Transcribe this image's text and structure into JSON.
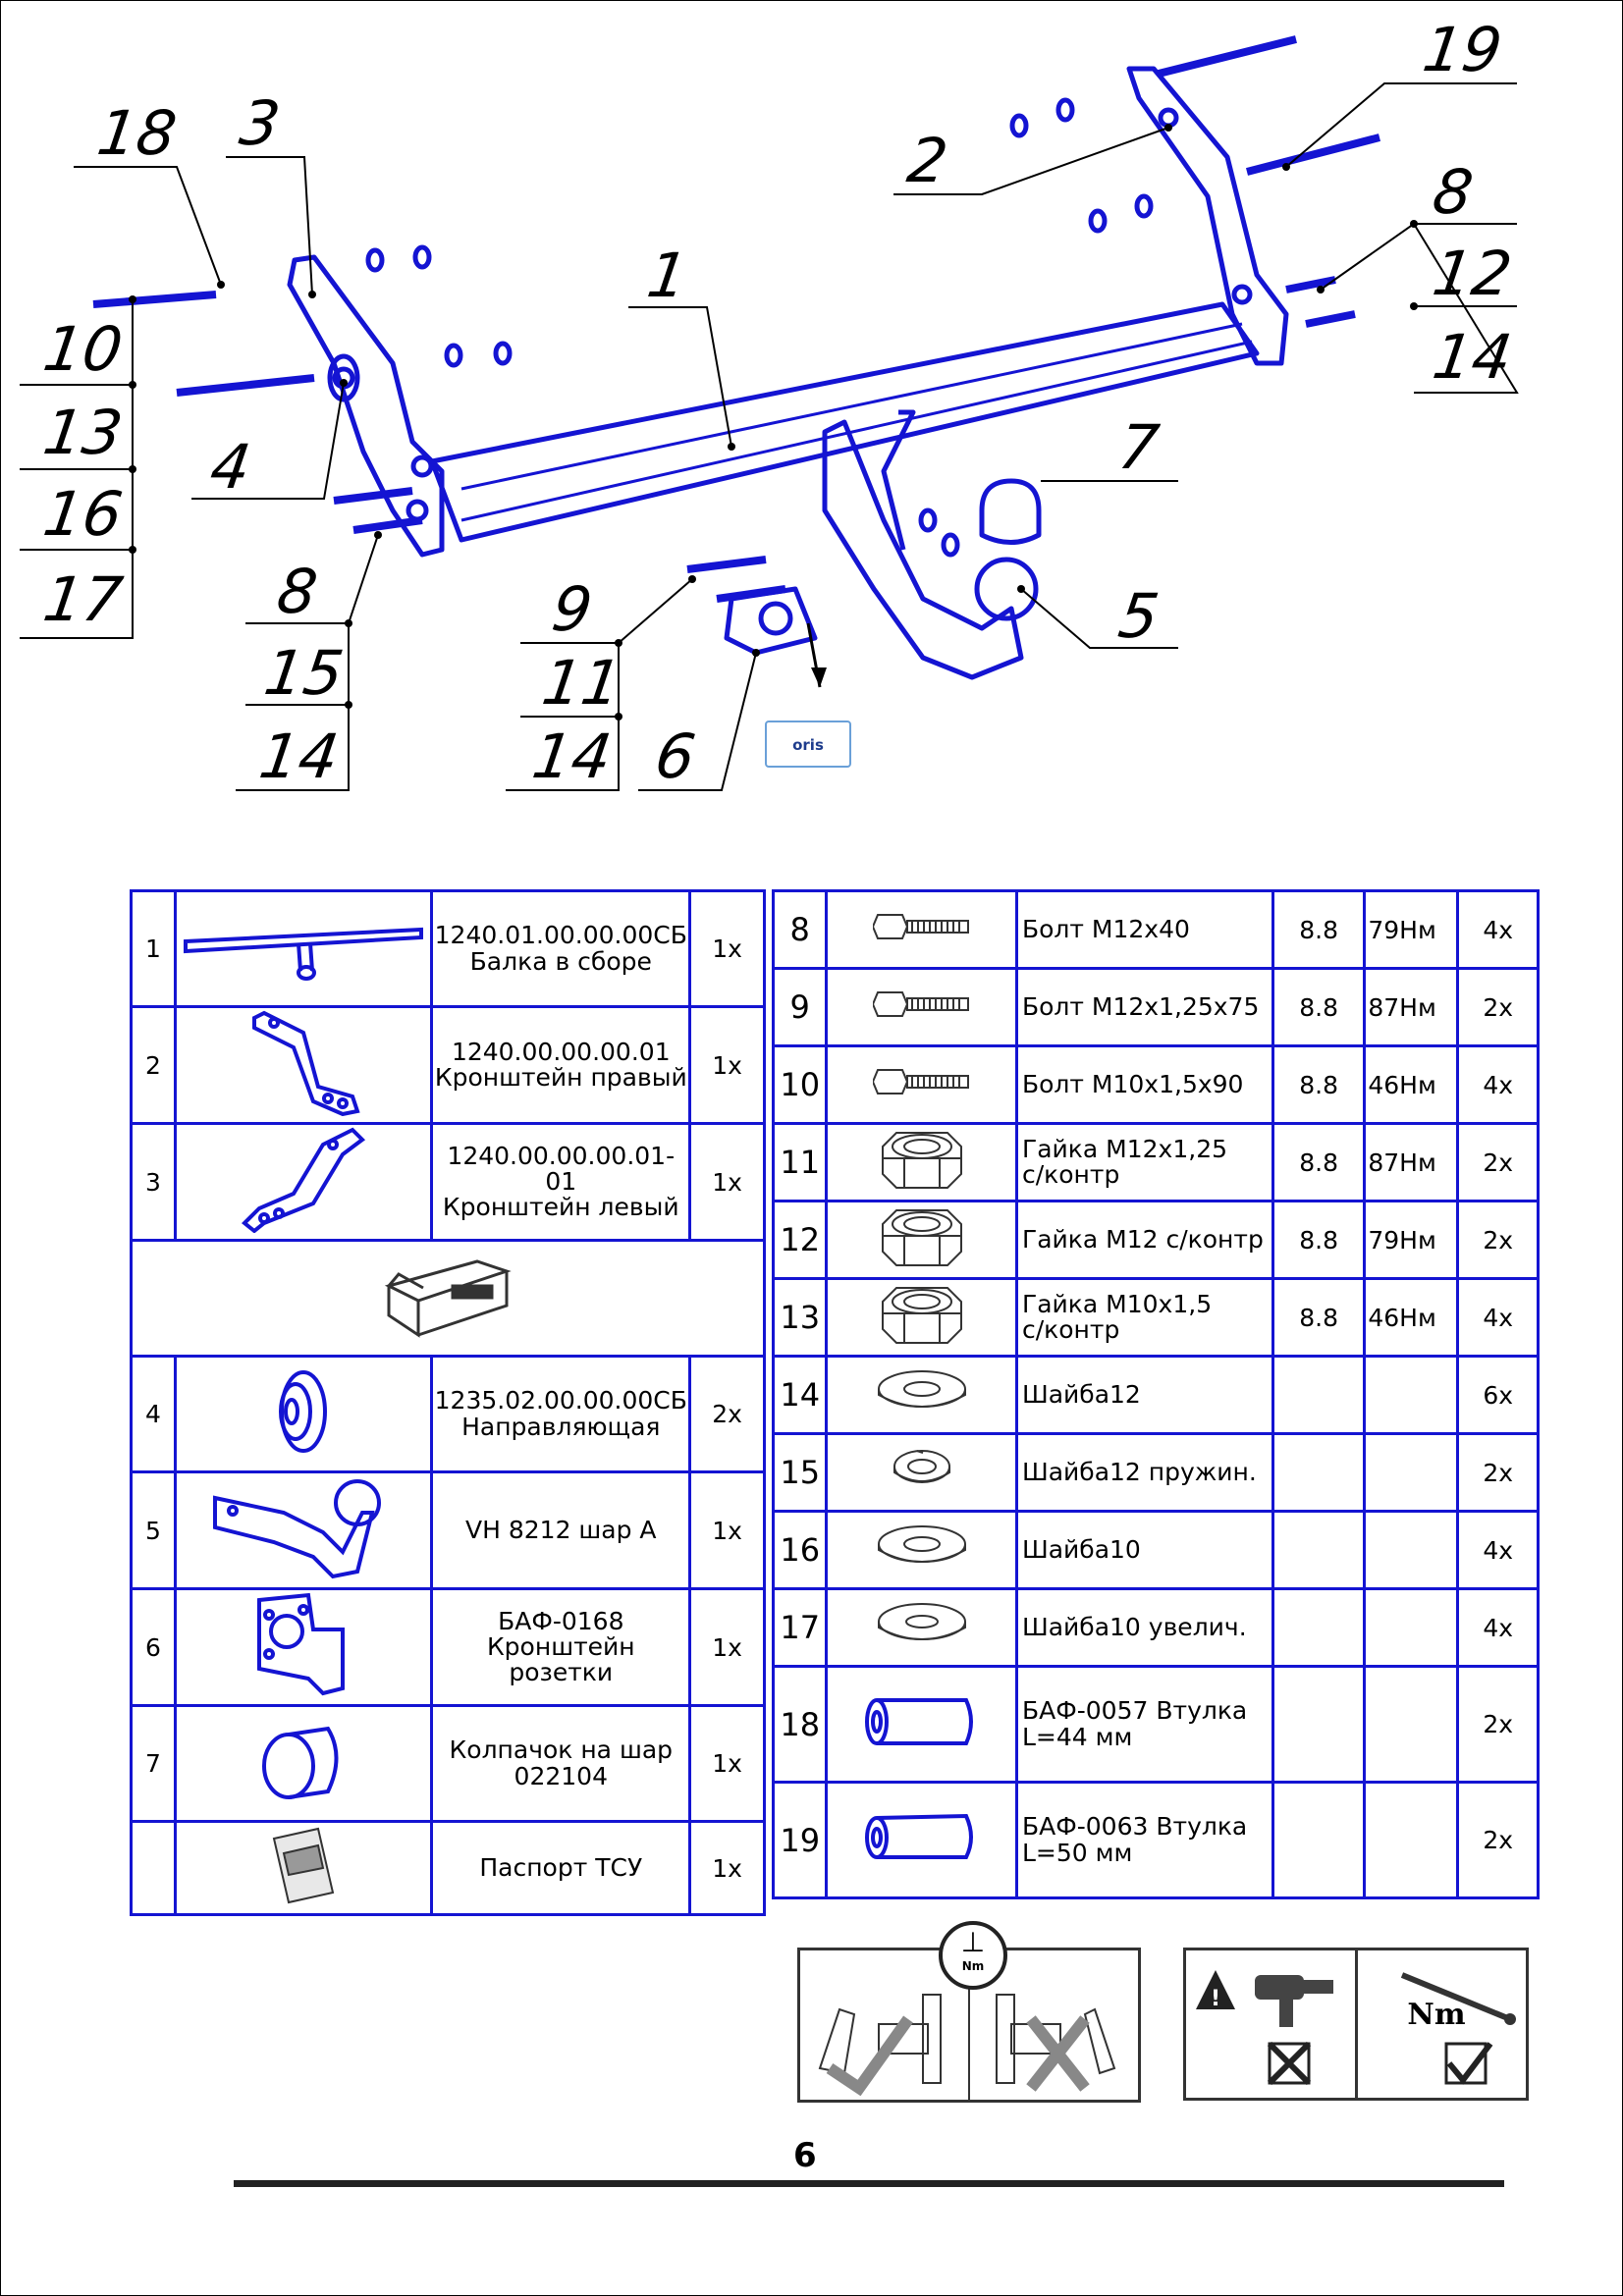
{
  "diagram": {
    "callouts": [
      {
        "id": "c18",
        "label": "18"
      },
      {
        "id": "c3",
        "label": "3"
      },
      {
        "id": "c10",
        "label": "10"
      },
      {
        "id": "c13",
        "label": "13"
      },
      {
        "id": "c16",
        "label": "16"
      },
      {
        "id": "c17",
        "label": "17"
      },
      {
        "id": "c4",
        "label": "4"
      },
      {
        "id": "c1",
        "label": "1"
      },
      {
        "id": "c2",
        "label": "2"
      },
      {
        "id": "c19",
        "label": "19"
      },
      {
        "id": "c8a",
        "label": "8"
      },
      {
        "id": "c12",
        "label": "12"
      },
      {
        "id": "c14a",
        "label": "14"
      },
      {
        "id": "c7",
        "label": "7"
      },
      {
        "id": "c5",
        "label": "5"
      },
      {
        "id": "c8b",
        "label": "8"
      },
      {
        "id": "c15",
        "label": "15"
      },
      {
        "id": "c14b",
        "label": "14"
      },
      {
        "id": "c9",
        "label": "9"
      },
      {
        "id": "c11",
        "label": "11"
      },
      {
        "id": "c14c",
        "label": "14"
      },
      {
        "id": "c6",
        "label": "6"
      }
    ],
    "logo_text": "oris"
  },
  "parts_table": {
    "rows": [
      {
        "idx": "1",
        "name": "1240.01.00.00.00СБ",
        "name2": "Балка в сборе",
        "qty": "1х"
      },
      {
        "idx": "2",
        "name": "1240.00.00.00.01",
        "name2": "Кронштейн правый",
        "qty": "1х"
      },
      {
        "idx": "3",
        "name": "1240.00.00.00.01-01",
        "name2": "Кронштейн левый",
        "qty": "1х"
      },
      {
        "idx": "",
        "name": "",
        "name2": "",
        "qty": ""
      },
      {
        "idx": "4",
        "name": "1235.02.00.00.00СБ",
        "name2": "Направляющая",
        "qty": "2х"
      },
      {
        "idx": "5",
        "name": "VH 8212 шар А",
        "name2": "",
        "qty": "1х"
      },
      {
        "idx": "6",
        "name": "БАФ-0168",
        "name2": "Кронштейн розетки",
        "qty": "1х"
      },
      {
        "idx": "7",
        "name": "Колпачок на шар",
        "name2": "022104",
        "qty": "1х"
      },
      {
        "idx": "",
        "name": "Паспорт ТСУ",
        "name2": "",
        "qty": "1х"
      }
    ]
  },
  "hardware_table": {
    "rows": [
      {
        "idx": "8",
        "name": "Болт М12х40",
        "cls": "8.8",
        "torque": "79Нм",
        "qty": "4х"
      },
      {
        "idx": "9",
        "name": "Болт М12х1,25х75",
        "cls": "8.8",
        "torque": "87Нм",
        "qty": "2х"
      },
      {
        "idx": "10",
        "name": "Болт М10х1,5х90",
        "cls": "8.8",
        "torque": "46Нм",
        "qty": "4х"
      },
      {
        "idx": "11",
        "name": "Гайка М12х1,25",
        "name2": "с/контр",
        "cls": "8.8",
        "torque": "87Нм",
        "qty": "2х"
      },
      {
        "idx": "12",
        "name": "Гайка М12 с/контр",
        "cls": "8.8",
        "torque": "79Нм",
        "qty": "2х"
      },
      {
        "idx": "13",
        "name": "Гайка М10х1,5",
        "name2": "с/контр",
        "cls": "8.8",
        "torque": "46Нм",
        "qty": "4х"
      },
      {
        "idx": "14",
        "name": "Шайба12",
        "cls": "",
        "torque": "",
        "qty": "6х"
      },
      {
        "idx": "15",
        "name": "Шайба12 пружин.",
        "cls": "",
        "torque": "",
        "qty": "2х"
      },
      {
        "idx": "16",
        "name": "Шайба10",
        "cls": "",
        "torque": "",
        "qty": "4х"
      },
      {
        "idx": "17",
        "name": "Шайба10 увелич.",
        "cls": "",
        "torque": "",
        "qty": "4х"
      },
      {
        "idx": "18",
        "name": "БАФ-0057 Втулка",
        "name2": "L=44 мм",
        "cls": "",
        "torque": "",
        "qty": "2х"
      },
      {
        "idx": "19",
        "name": "БАФ-0063 Втулка",
        "name2": "L=50 мм",
        "cls": "",
        "torque": "",
        "qty": "2х"
      }
    ]
  },
  "instructions": {
    "torque_symbol": "Nm",
    "tool_symbol": "Nm"
  },
  "page_number": "6",
  "colors": {
    "line": "#1414d2",
    "dark": "#222222"
  }
}
